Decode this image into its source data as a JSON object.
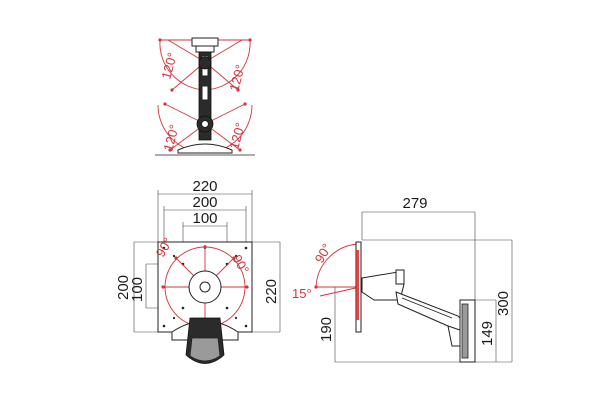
{
  "top_view": {
    "upper_left_angle": "120°",
    "upper_right_angle": "120°",
    "lower_left_angle": "120°",
    "lower_right_angle": "120°"
  },
  "front_view": {
    "width_outer": "220",
    "width_middle": "200",
    "width_inner": "100",
    "height_outer_left": "200",
    "height_inner_left": "100",
    "height_right": "220",
    "tilt_left": "90°",
    "tilt_right": "90°"
  },
  "side_view": {
    "depth": "279",
    "tilt_up": "90°",
    "tilt_down": "15°",
    "height_left": "190",
    "height_total": "300",
    "height_base": "149"
  },
  "colors": {
    "accent": "#d3343c",
    "line": "#222222"
  }
}
